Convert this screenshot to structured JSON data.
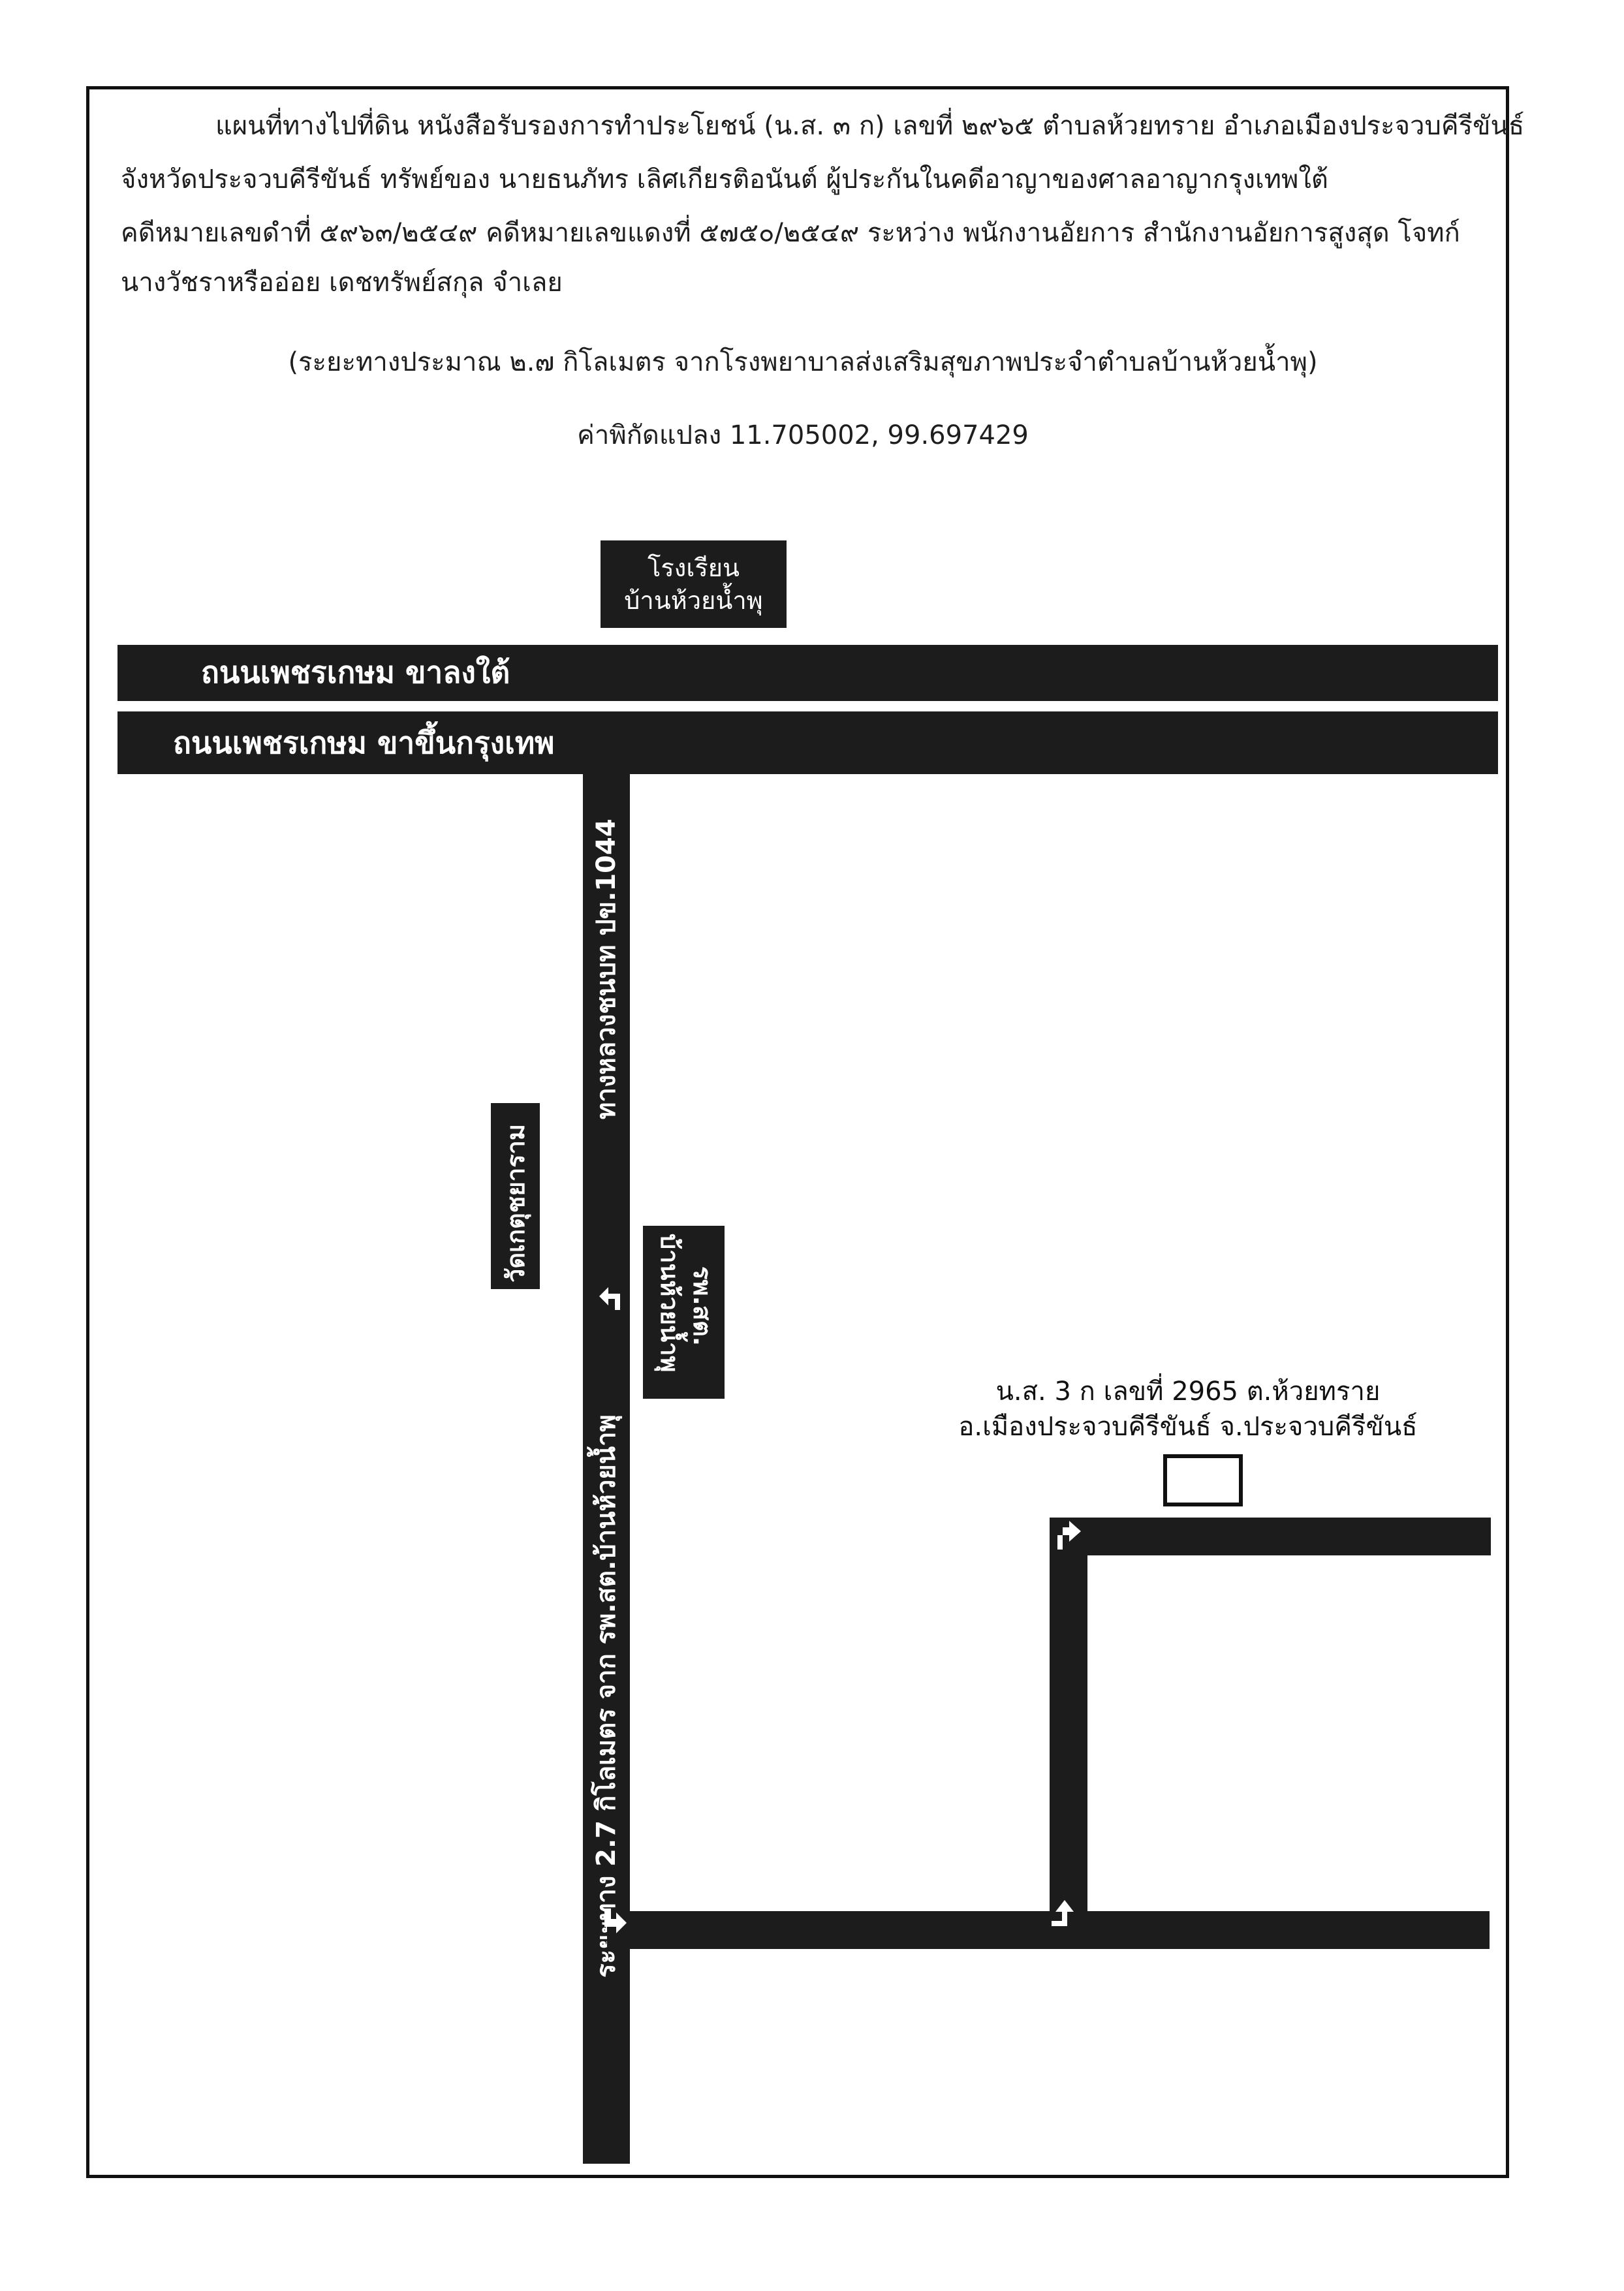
{
  "header": {
    "line1": "แผนที่ทางไปที่ดิน หนังสือรับรองการทำประโยชน์ (น.ส. ๓ ก) เลขที่ ๒๙๖๕ ตำบลห้วยทราย อำเภอเมืองประจวบคีรีขันธ์",
    "line2": "จังหวัดประจวบคีรีขันธ์ ทรัพย์ของ นายธนภัทร เลิศเกียรติอนันต์ ผู้ประกันในคดีอาญาของศาลอาญากรุงเทพใต้",
    "line3": "คดีหมายเลขดำที่ ๕๙๖๓/๒๕๔๙ คดีหมายเลขแดงที่ ๕๗๕๐/๒๕๔๙ ระหว่าง พนักงานอัยการ สำนักงานอัยการสูงสุด โจทก์",
    "line4": "นางวัชราหรืออ่อย เดชทรัพย์สกุล จำเลย",
    "distance_note": "(ระยะทางประมาณ ๒.๗ กิโลเมตร จากโรงพยาบาลส่งเสริมสุขภาพประจำตำบลบ้านห้วยน้ำพุ)",
    "coordinates": "ค่าพิกัดแปลง 11.705002, 99.697429"
  },
  "map": {
    "school_line1": "โรงเรียน",
    "school_line2": "บ้านห้วยน้ำพุ",
    "road_south": "ถนนเพชรเกษม ขาลงใต้",
    "road_north": "ถนนเพชรเกษม ขาขึ้นกรุงเทพ",
    "highway": "ทางหลวงชนบท ปข.1044",
    "temple": "วัดเกตุชยาราม",
    "hospital_line1": "รพ.สต.",
    "hospital_line2": "บ้านห้วยน้ำพุ",
    "route_distance": "ระยะทาง 2.7 กิโลเมตร จาก รพ.สต.บ้านห้วยน้ำพุ",
    "target_line1": "น.ส. 3 ก เลขที่ 2965 ต.ห้วยทราย",
    "target_line2": "อ.เมืองประจวบคีรีขันธ์ จ.ประจวบคีรีขันธ์"
  }
}
